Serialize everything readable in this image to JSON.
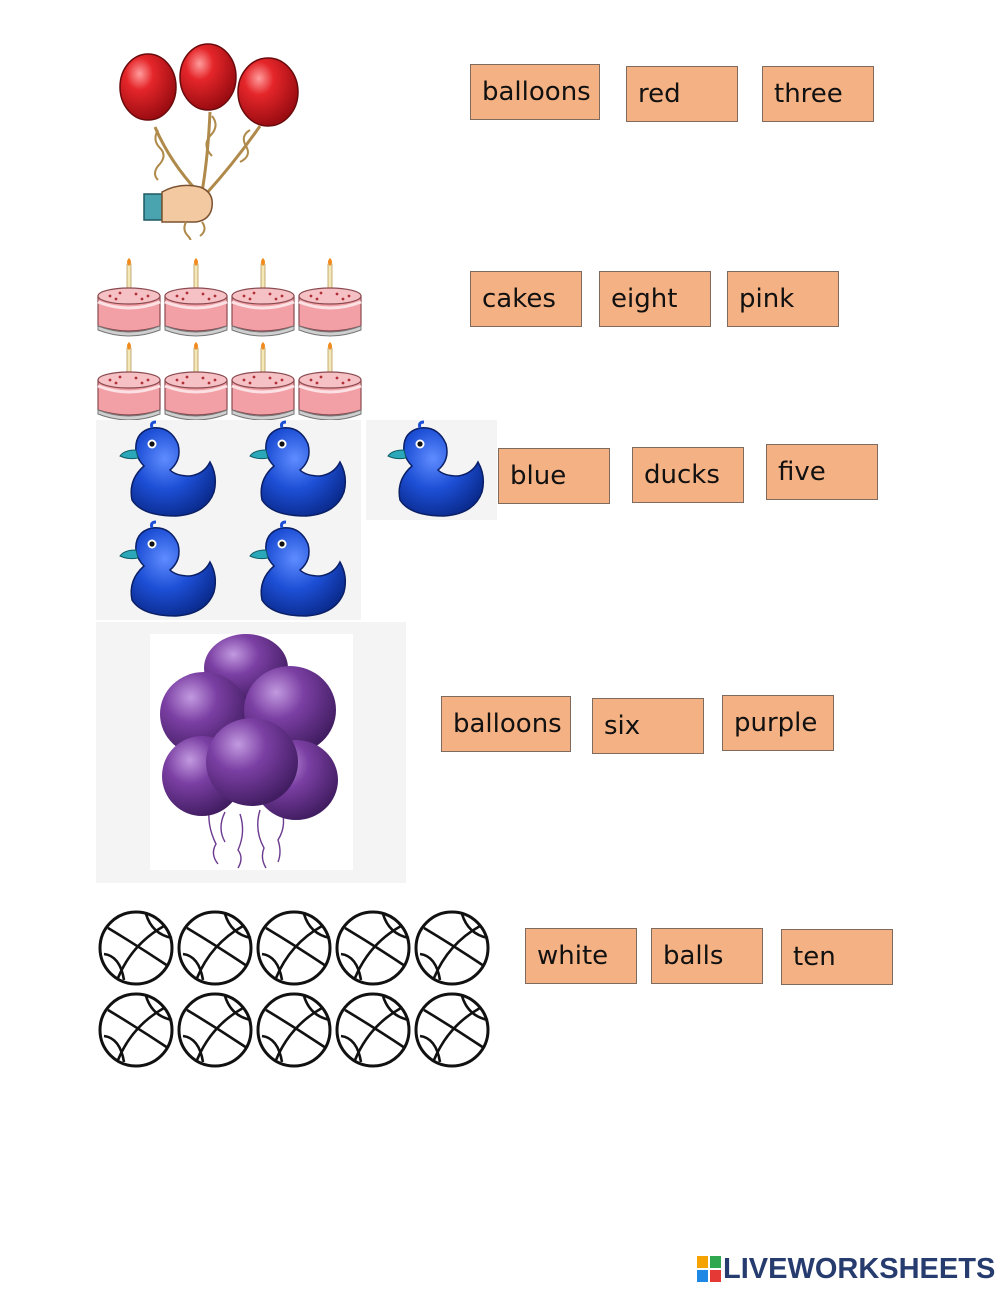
{
  "rows": [
    {
      "image": "balloon-bunch-red-icon",
      "words": [
        "balloons",
        "red",
        "three"
      ]
    },
    {
      "image": "cake-icon",
      "words": [
        "cakes",
        "eight",
        "pink"
      ]
    },
    {
      "image": "rubber-duck-icon",
      "words": [
        "blue",
        "ducks",
        "five"
      ]
    },
    {
      "image": "balloon-bunch-purple-icon",
      "words": [
        "balloons",
        "six",
        "purple"
      ]
    },
    {
      "image": "basketball-icon",
      "words": [
        "white",
        "balls",
        "ten"
      ]
    }
  ],
  "colors": {
    "word_box_fill": "#f4b183",
    "red_balloon": "#e5262a",
    "cake_pink": "#f2a0a6",
    "duck_blue": "#1d4fd6",
    "purple_balloon": "#7b3fa3"
  },
  "footer": {
    "brand": "LIVEWORKSHEETS"
  }
}
